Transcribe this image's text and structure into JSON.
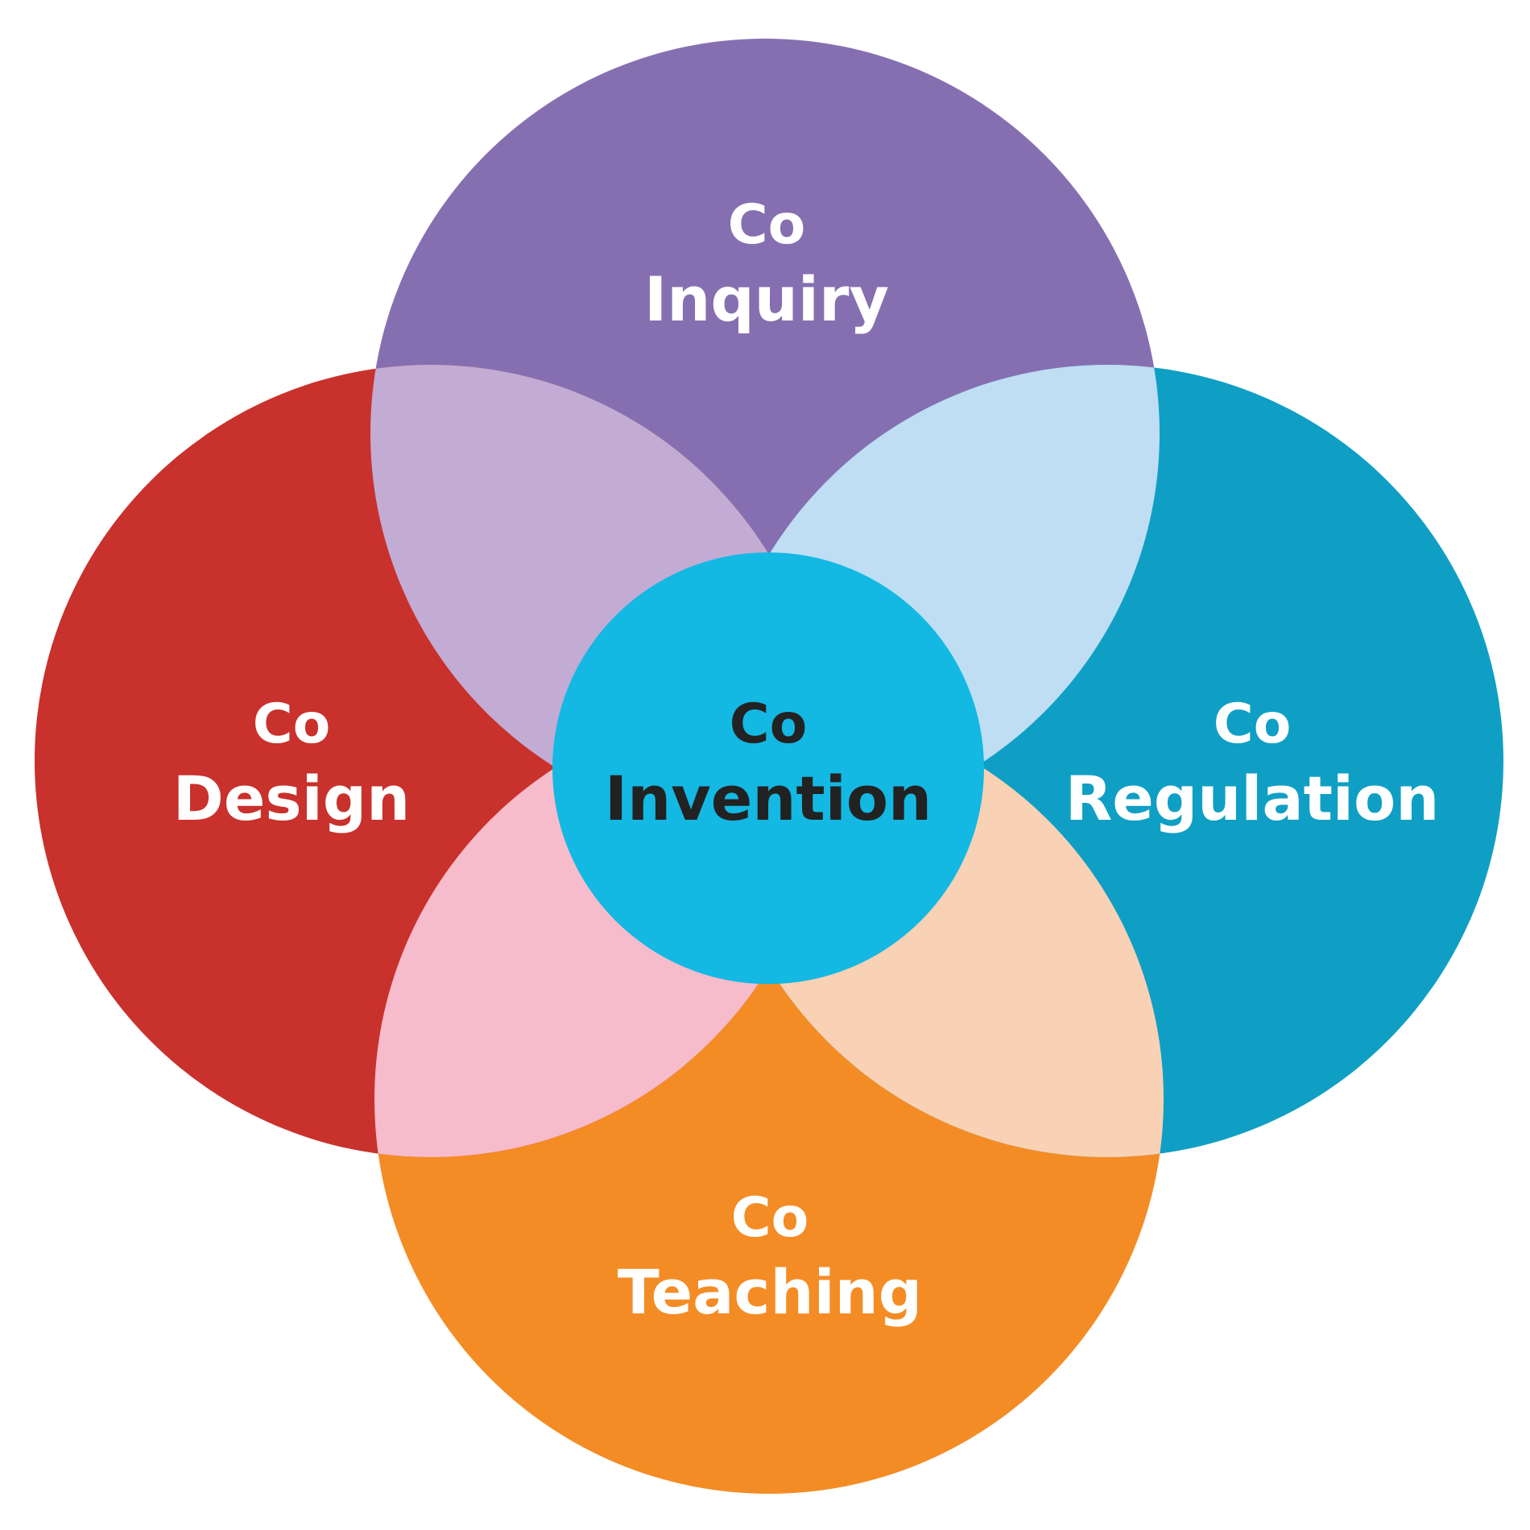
{
  "diagram": {
    "colors": {
      "inquiry": "#866fb0",
      "design": "#c9312c",
      "regulation": "#0f9fc5",
      "teaching": "#f48c25",
      "center": "#13b8e3",
      "overlap_inquiry_design": "#c2acd4",
      "overlap_inquiry_regulation": "#bfdef4",
      "overlap_design_teaching": "#f7bccb",
      "overlap_regulation_teaching": "#f9d1b4",
      "label_light": "#ffffff",
      "label_dark": "#222222"
    },
    "nodes": {
      "inquiry": {
        "prefix": "Co",
        "name": "Inquiry"
      },
      "design": {
        "prefix": "Co",
        "name": "Design"
      },
      "regulation": {
        "prefix": "Co",
        "name": "Regulation"
      },
      "teaching": {
        "prefix": "Co",
        "name": "Teaching"
      },
      "center": {
        "prefix": "Co",
        "name": "Invention"
      }
    }
  }
}
